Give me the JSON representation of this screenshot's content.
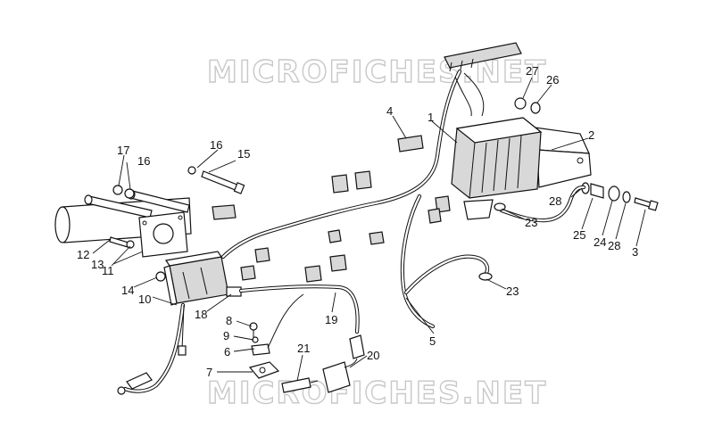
{
  "watermark": {
    "top": "MICROFICHES.NET",
    "bottom": "MICROFICHES.NET"
  },
  "callouts": {
    "c1": "1",
    "c2": "2",
    "c3": "3",
    "c4": "4",
    "c5": "5",
    "c6": "6",
    "c7": "7",
    "c8": "8",
    "c9": "9",
    "c10": "10",
    "c11": "11",
    "c12": "12",
    "c13": "13",
    "c14": "14",
    "c15": "15",
    "c16a": "16",
    "c16b": "16",
    "c17": "17",
    "c18": "18",
    "c19": "19",
    "c20": "20",
    "c21": "21",
    "c23a": "23",
    "c23b": "23",
    "c24": "24",
    "c25": "25",
    "c26": "26",
    "c27": "27",
    "c28a": "28",
    "c28b": "28"
  }
}
